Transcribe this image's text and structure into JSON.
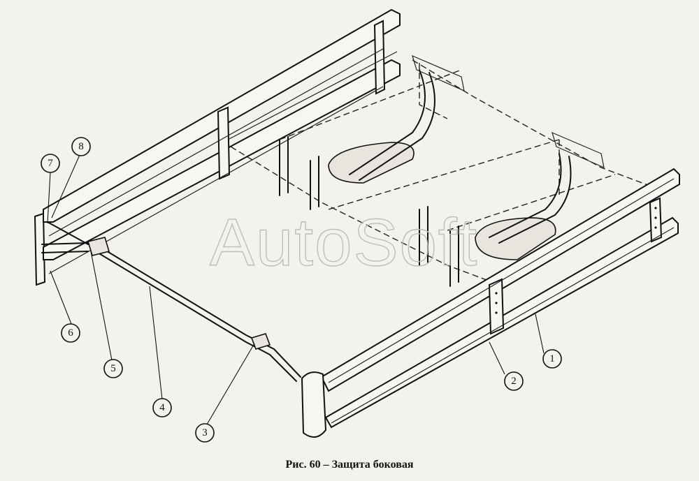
{
  "caption": "Рис. 60 – Защита боковая",
  "watermark": "AutoSoft",
  "callouts": [
    {
      "id": "callout-1",
      "number": "1"
    },
    {
      "id": "callout-2",
      "number": "2"
    },
    {
      "id": "callout-3",
      "number": "3"
    },
    {
      "id": "callout-4",
      "number": "4"
    },
    {
      "id": "callout-5",
      "number": "5"
    },
    {
      "id": "callout-6",
      "number": "6"
    },
    {
      "id": "callout-7",
      "number": "7"
    },
    {
      "id": "callout-8",
      "number": "8"
    }
  ]
}
